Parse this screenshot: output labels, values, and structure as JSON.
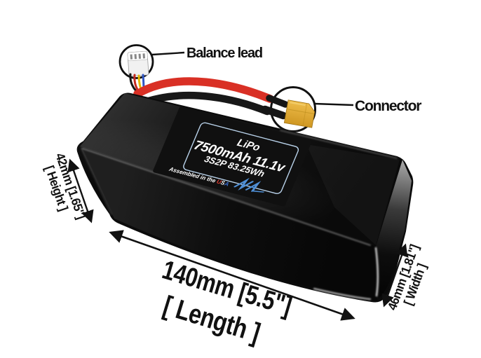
{
  "annotations": {
    "balance_lead": {
      "label": "Balance lead"
    },
    "connector": {
      "label": "Connector"
    }
  },
  "battery_label": {
    "line1": "LiPo",
    "line2": "7500mAh 11.1v",
    "line3": "3S2P 83.25Wh",
    "assembled_prefix": "Assembled in the ",
    "usa": [
      "U",
      "S",
      "A"
    ]
  },
  "dimensions": {
    "height": {
      "value": "42mm [1.65\"]",
      "label": "[ Height ]"
    },
    "length": {
      "value": "140mm [5.5\"]",
      "label": "[ Length ]"
    },
    "width": {
      "value": "46mm [1.81\"]",
      "label": "[ Width ]"
    }
  },
  "colors": {
    "battery": "#0b0b0b",
    "wire_red": "#d93025",
    "wire_black": "#181818",
    "xt60_yellow": "#e2a62e",
    "label_border": "#b9d2ea",
    "logo_blue": "#4f8fd6",
    "usa_u": "#e03a2f",
    "usa_s": "#ffffff",
    "usa_a": "#3b6fd4",
    "annotation": "#111111"
  }
}
